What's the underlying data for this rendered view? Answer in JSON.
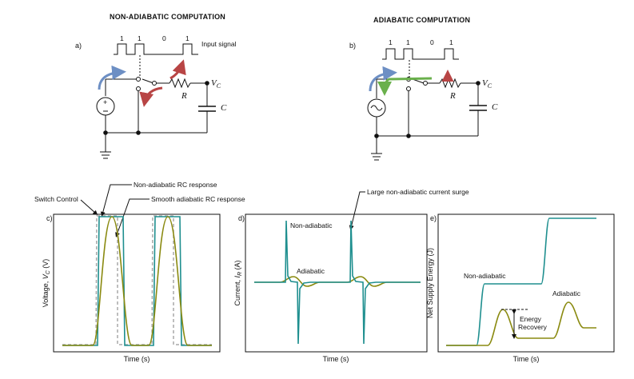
{
  "titles": {
    "left": "NON-ADIABATIC COMPUTATION",
    "right": "ADIABATIC COMPUTATION"
  },
  "panels": {
    "a": "a)",
    "b": "b)",
    "c": "c)",
    "d": "d)",
    "e": "e)"
  },
  "circuit": {
    "input_bits": [
      "1",
      "1",
      "0",
      "1"
    ],
    "input_signal_label": "Input signal",
    "resistor_label": "R",
    "capacitor_label": "C",
    "vc_label_main": "V",
    "vc_label_sub": "C"
  },
  "annotations": {
    "switch_control": "Switch Control",
    "nonadiabatic_rc": "Non-adiabatic RC response",
    "smooth_adiabatic_rc": "Smooth adiabatic RC response",
    "large_surge": "Large non-adiabatic current surge"
  },
  "chart_data": [
    {
      "type": "line",
      "panel": "c",
      "xlabel": "Time (s)",
      "ylabel": "Voltage, V_C (V)",
      "ylabel_text": "Voltage, ",
      "ylabel_sym": "V",
      "ylabel_sub": "C",
      "ylabel_unit": " (V)",
      "series": [
        {
          "key": "switch",
          "color": "#a9a9a9",
          "dashed": true
        },
        {
          "key": "nonadiabatic",
          "color": "#1f8f8f"
        },
        {
          "key": "adiabatic",
          "color": "#8a8a10"
        }
      ]
    },
    {
      "type": "line",
      "panel": "d",
      "xlabel": "Time (s)",
      "ylabel_text": "Current, ",
      "ylabel_sym": "I",
      "ylabel_sub": "R",
      "ylabel_unit": " (A)",
      "labels": {
        "nonadiabatic": "Non-adiabatic",
        "adiabatic": "Adiabatic"
      },
      "series": [
        {
          "key": "nonadiabatic",
          "color": "#1f8f8f"
        },
        {
          "key": "adiabatic",
          "color": "#8a8a10"
        }
      ]
    },
    {
      "type": "line",
      "panel": "e",
      "xlabel": "Time (s)",
      "ylabel": "Net Supply Energy (J)",
      "labels": {
        "nonadiabatic": "Non-adiabatic",
        "adiabatic": "Adiabatic",
        "energy_recovery_line1": "Energy",
        "energy_recovery_line2": "Recovery"
      },
      "series": [
        {
          "key": "nonadiabatic",
          "color": "#1f8f8f"
        },
        {
          "key": "adiabatic",
          "color": "#8a8a10"
        }
      ]
    }
  ],
  "colors": {
    "teal": "#1f8f8f",
    "olive": "#8a8a10",
    "gray_dashed": "#a9a9a9",
    "arrow_blue": "#6d8fc4",
    "arrow_red": "#b84545",
    "arrow_green": "#6ab04c"
  }
}
